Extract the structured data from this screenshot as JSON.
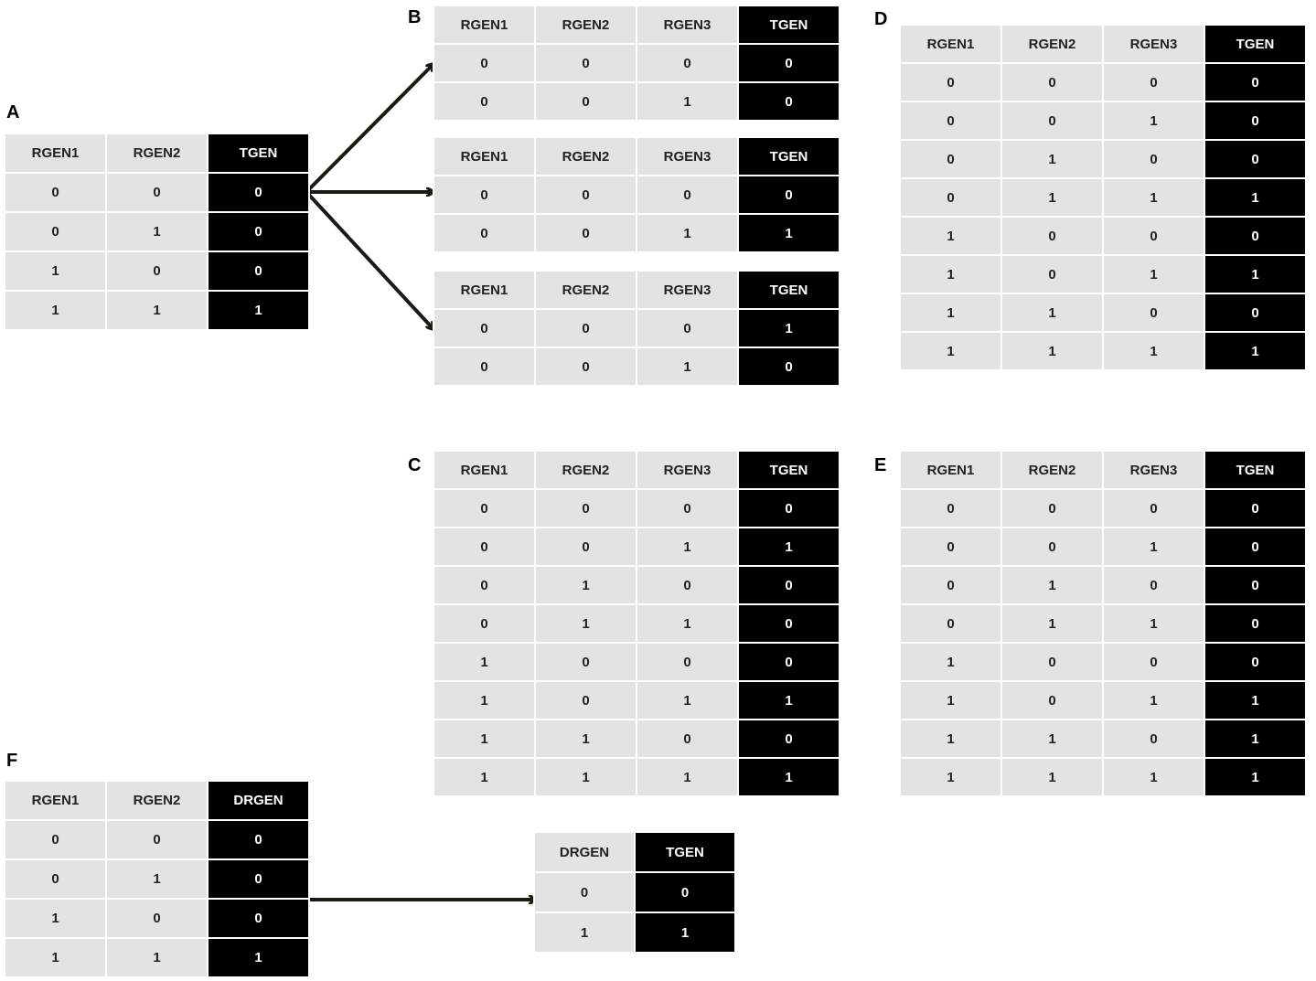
{
  "panels": [
    {
      "id": "A",
      "label": "A",
      "headers": [
        "RGEN1",
        "RGEN2",
        "TGEN"
      ],
      "rows": [
        [
          "0",
          "0",
          "0"
        ],
        [
          "0",
          "1",
          "0"
        ],
        [
          "1",
          "0",
          "0"
        ],
        [
          "1",
          "1",
          "1"
        ]
      ]
    },
    {
      "id": "B1",
      "label": "B",
      "headers": [
        "RGEN1",
        "RGEN2",
        "RGEN3",
        "TGEN"
      ],
      "rows": [
        [
          "0",
          "0",
          "0",
          "0"
        ],
        [
          "0",
          "0",
          "1",
          "0"
        ]
      ]
    },
    {
      "id": "B2",
      "label": "",
      "headers": [
        "RGEN1",
        "RGEN2",
        "RGEN3",
        "TGEN"
      ],
      "rows": [
        [
          "0",
          "0",
          "0",
          "0"
        ],
        [
          "0",
          "0",
          "1",
          "1"
        ]
      ]
    },
    {
      "id": "B3",
      "label": "",
      "headers": [
        "RGEN1",
        "RGEN2",
        "RGEN3",
        "TGEN"
      ],
      "rows": [
        [
          "0",
          "0",
          "0",
          "1"
        ],
        [
          "0",
          "0",
          "1",
          "0"
        ]
      ]
    },
    {
      "id": "D",
      "label": "D",
      "headers": [
        "RGEN1",
        "RGEN2",
        "RGEN3",
        "TGEN"
      ],
      "rows": [
        [
          "0",
          "0",
          "0",
          "0"
        ],
        [
          "0",
          "0",
          "1",
          "0"
        ],
        [
          "0",
          "1",
          "0",
          "0"
        ],
        [
          "0",
          "1",
          "1",
          "1"
        ],
        [
          "1",
          "0",
          "0",
          "0"
        ],
        [
          "1",
          "0",
          "1",
          "1"
        ],
        [
          "1",
          "1",
          "0",
          "0"
        ],
        [
          "1",
          "1",
          "1",
          "1"
        ]
      ]
    },
    {
      "id": "C",
      "label": "C",
      "headers": [
        "RGEN1",
        "RGEN2",
        "RGEN3",
        "TGEN"
      ],
      "rows": [
        [
          "0",
          "0",
          "0",
          "0"
        ],
        [
          "0",
          "0",
          "1",
          "1"
        ],
        [
          "0",
          "1",
          "0",
          "0"
        ],
        [
          "0",
          "1",
          "1",
          "0"
        ],
        [
          "1",
          "0",
          "0",
          "0"
        ],
        [
          "1",
          "0",
          "1",
          "1"
        ],
        [
          "1",
          "1",
          "0",
          "0"
        ],
        [
          "1",
          "1",
          "1",
          "1"
        ]
      ]
    },
    {
      "id": "E",
      "label": "E",
      "headers": [
        "RGEN1",
        "RGEN2",
        "RGEN3",
        "TGEN"
      ],
      "rows": [
        [
          "0",
          "0",
          "0",
          "0"
        ],
        [
          "0",
          "0",
          "1",
          "0"
        ],
        [
          "0",
          "1",
          "0",
          "0"
        ],
        [
          "0",
          "1",
          "1",
          "0"
        ],
        [
          "1",
          "0",
          "0",
          "0"
        ],
        [
          "1",
          "0",
          "1",
          "1"
        ],
        [
          "1",
          "1",
          "0",
          "1"
        ],
        [
          "1",
          "1",
          "1",
          "1"
        ]
      ]
    },
    {
      "id": "F",
      "label": "F",
      "headers": [
        "RGEN1",
        "RGEN2",
        "DRGEN"
      ],
      "rows": [
        [
          "0",
          "0",
          "0"
        ],
        [
          "0",
          "1",
          "0"
        ],
        [
          "1",
          "0",
          "0"
        ],
        [
          "1",
          "1",
          "1"
        ]
      ]
    },
    {
      "id": "G",
      "label": "",
      "headers": [
        "DRGEN",
        "TGEN"
      ],
      "rows": [
        [
          "0",
          "0"
        ],
        [
          "1",
          "1"
        ]
      ]
    }
  ]
}
